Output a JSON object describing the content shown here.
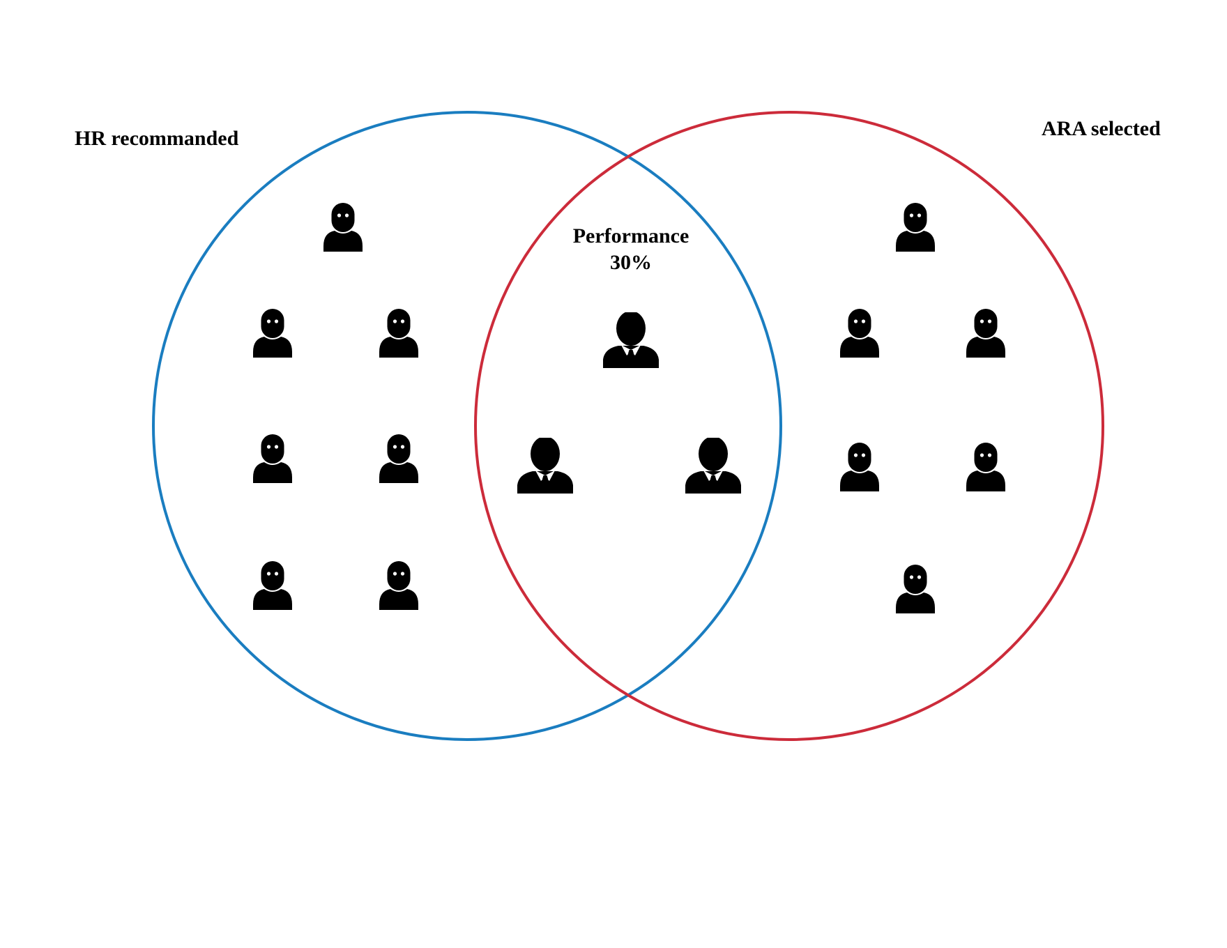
{
  "sets": [
    {
      "label": "HR recommanded",
      "color": "#1a7dc0"
    },
    {
      "label": "ARA selected",
      "color": "#cc2b3a"
    }
  ],
  "intersection": {
    "title": "Performance",
    "value": "30%"
  },
  "icons": {
    "left_only": {
      "type": "person-icon",
      "count": 7
    },
    "intersection": {
      "type": "businessman-icon",
      "count": 3
    },
    "right_only": {
      "type": "person-icon",
      "count": 6
    }
  }
}
